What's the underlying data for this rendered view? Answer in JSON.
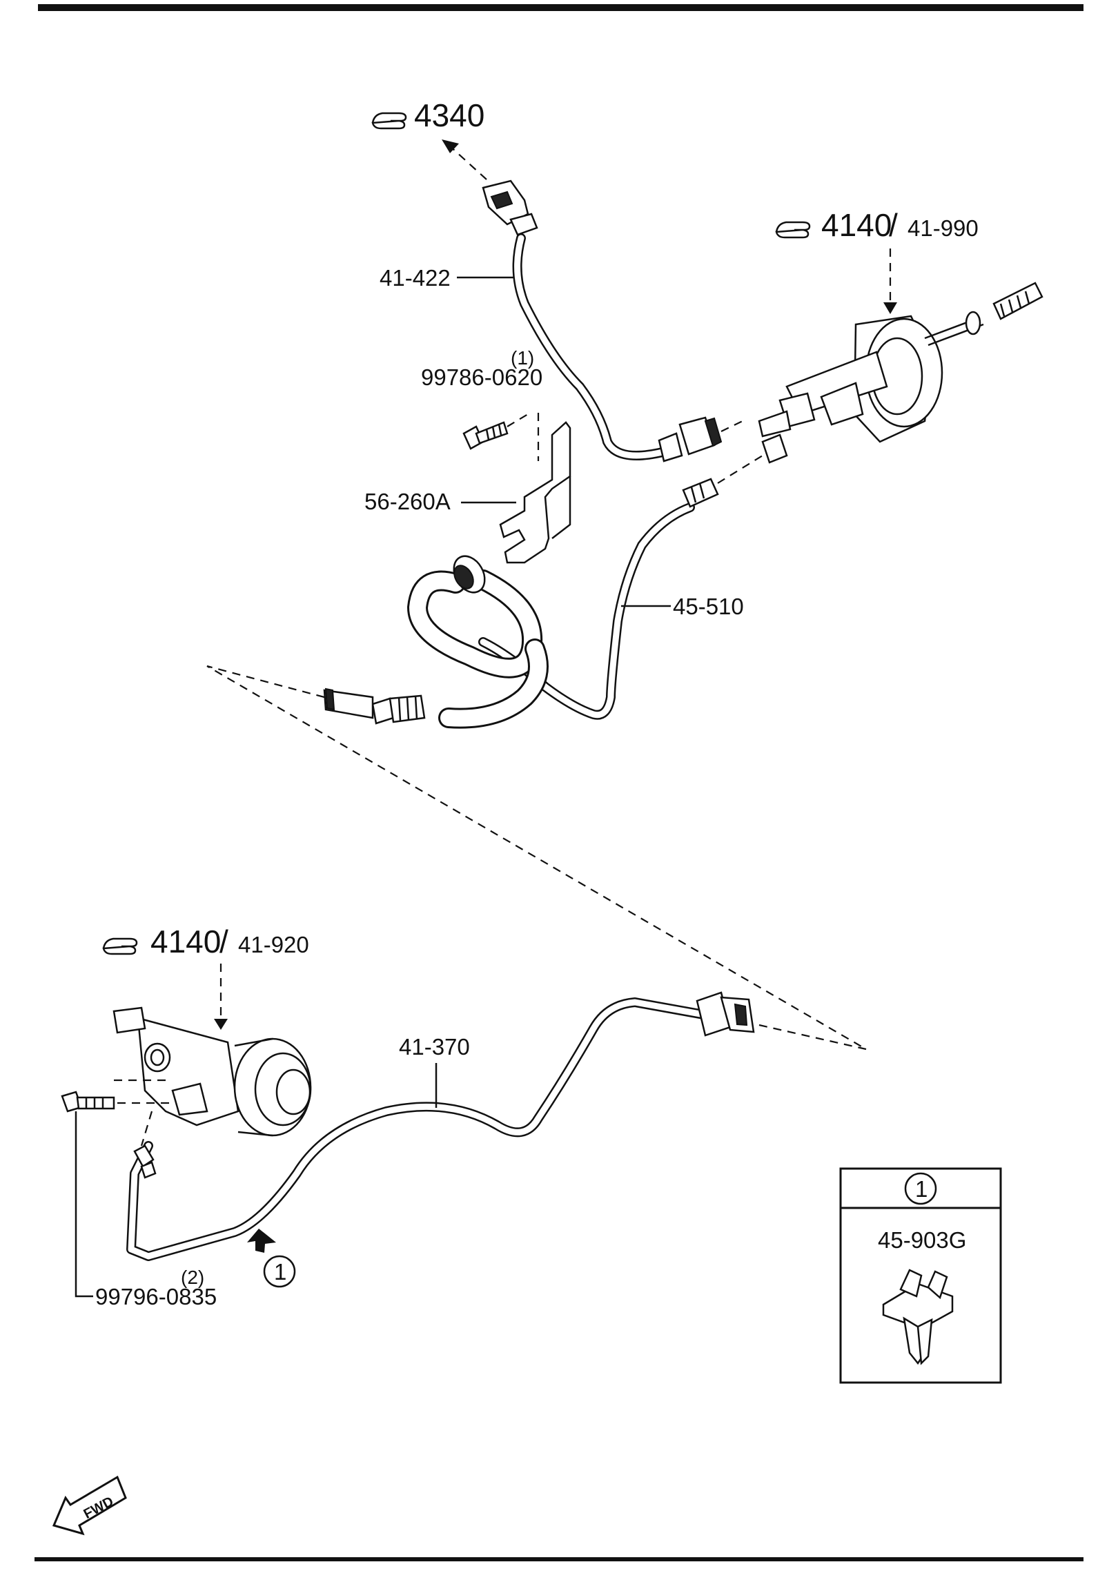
{
  "references": {
    "connector_ref": "4340",
    "master_cyl_ref": "4140",
    "master_cyl_sub": "41-990",
    "slave_cyl_ref": "4140",
    "slave_cyl_sub": "41-920"
  },
  "parts": {
    "switch_harness": "41-422",
    "bracket": "56-260A",
    "hose": "45-510",
    "pipe": "41-370",
    "clip": "45-903G"
  },
  "bolts": {
    "upper_qty": "(1)",
    "upper_part": "99786-0620",
    "lower_qty": "(2)",
    "lower_part": "99796-0835"
  },
  "callout": {
    "number": "1"
  },
  "fwd_label": "FWD",
  "icons": {
    "pointing_hand": "pointing-hand-icon",
    "fwd_arrow": "fwd-arrow-icon"
  }
}
